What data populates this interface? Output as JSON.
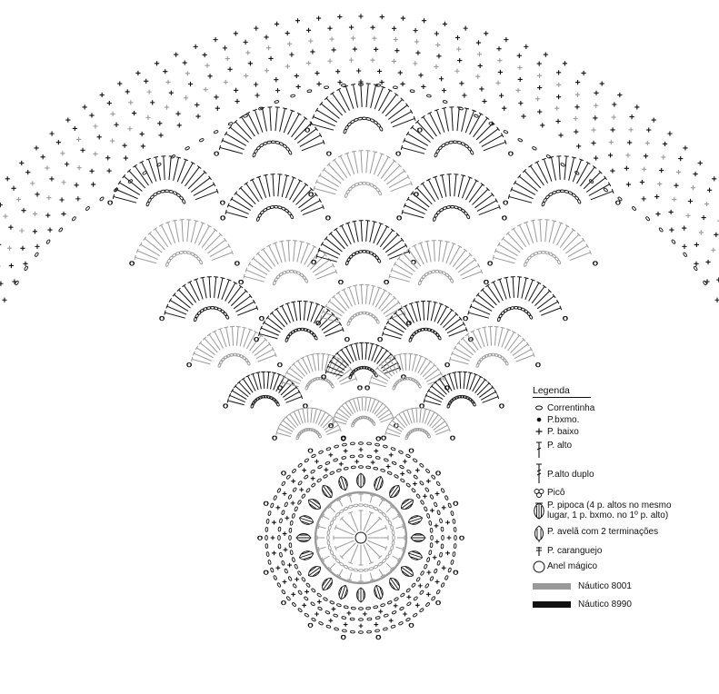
{
  "colors": {
    "dark": "#111111",
    "light": "#9a9a9a"
  },
  "legend": {
    "title": "Legenda",
    "items": [
      {
        "icon": "chain-icon",
        "label": "Correntinha"
      },
      {
        "icon": "slip-stitch-icon",
        "label": "P.bxmo."
      },
      {
        "icon": "single-crochet-icon",
        "label": "P. baixo"
      },
      {
        "icon": "double-crochet-icon",
        "label": "P. alto"
      },
      {
        "icon": "treble-crochet-icon",
        "label": "P.alto duplo"
      },
      {
        "icon": "picot-icon",
        "label": "Picô"
      },
      {
        "icon": "popcorn-icon",
        "label": "P. pipoca (4 p. altos no mesmo lugar, 1 p. bxmo. no 1º p. alto)"
      },
      {
        "icon": "hazelnut-stitch-icon",
        "label": "P. avelã com 2 terminações"
      },
      {
        "icon": "crab-stitch-icon",
        "label": "P. caranguejo"
      },
      {
        "icon": "magic-ring-icon",
        "label": "Anel mágico"
      }
    ],
    "yarns": [
      {
        "label": "Náutico 8001",
        "color": "#9a9a9a"
      },
      {
        "label": "Náutico 8990",
        "color": "#111111"
      }
    ]
  }
}
